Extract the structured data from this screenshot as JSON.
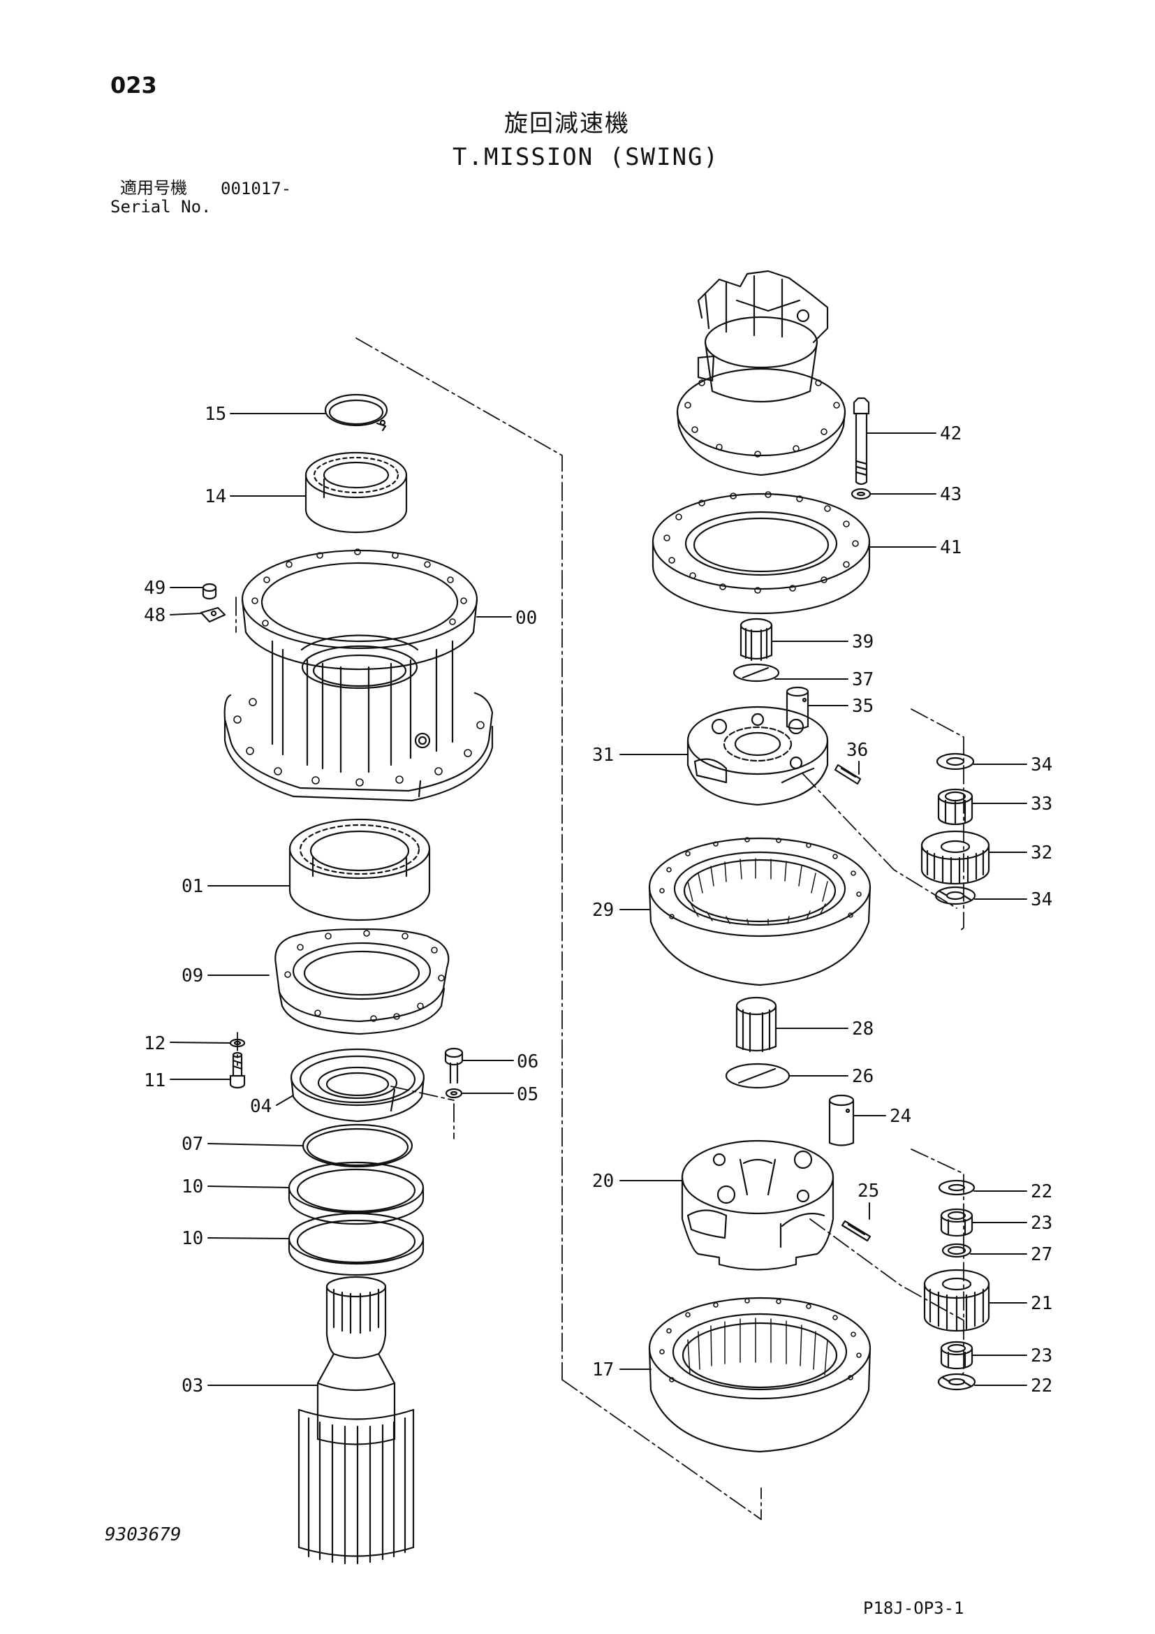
{
  "header": {
    "page_number": "023",
    "title_jp": "旋回減速機",
    "title_en": "T.MISSION (SWING)",
    "serial_label_jp": "適用号機",
    "serial_value": "001017-",
    "serial_label_en": "Serial No."
  },
  "footer": {
    "drawing_number": "9303679",
    "sheet_code": "P18J-OP3-1"
  },
  "callouts": [
    {
      "id": "c15",
      "label": "15"
    },
    {
      "id": "c14",
      "label": "14"
    },
    {
      "id": "c49",
      "label": "49"
    },
    {
      "id": "c48",
      "label": "48"
    },
    {
      "id": "c00",
      "label": "00"
    },
    {
      "id": "c01",
      "label": "01"
    },
    {
      "id": "c09",
      "label": "09"
    },
    {
      "id": "c12",
      "label": "12"
    },
    {
      "id": "c11",
      "label": "11"
    },
    {
      "id": "c06",
      "label": "06"
    },
    {
      "id": "c05",
      "label": "05"
    },
    {
      "id": "c04",
      "label": "04"
    },
    {
      "id": "c07",
      "label": "07"
    },
    {
      "id": "c10a",
      "label": "10"
    },
    {
      "id": "c10b",
      "label": "10"
    },
    {
      "id": "c03",
      "label": "03"
    },
    {
      "id": "c42",
      "label": "42"
    },
    {
      "id": "c43",
      "label": "43"
    },
    {
      "id": "c41",
      "label": "41"
    },
    {
      "id": "c39",
      "label": "39"
    },
    {
      "id": "c37",
      "label": "37"
    },
    {
      "id": "c35",
      "label": "35"
    },
    {
      "id": "c31",
      "label": "31"
    },
    {
      "id": "c36",
      "label": "36"
    },
    {
      "id": "c34a",
      "label": "34"
    },
    {
      "id": "c33",
      "label": "33"
    },
    {
      "id": "c32",
      "label": "32"
    },
    {
      "id": "c34b",
      "label": "34"
    },
    {
      "id": "c29",
      "label": "29"
    },
    {
      "id": "c28",
      "label": "28"
    },
    {
      "id": "c26",
      "label": "26"
    },
    {
      "id": "c24",
      "label": "24"
    },
    {
      "id": "c20",
      "label": "20"
    },
    {
      "id": "c25",
      "label": "25"
    },
    {
      "id": "c22a",
      "label": "22"
    },
    {
      "id": "c23a",
      "label": "23"
    },
    {
      "id": "c27",
      "label": "27"
    },
    {
      "id": "c21",
      "label": "21"
    },
    {
      "id": "c23b",
      "label": "23"
    },
    {
      "id": "c22b",
      "label": "22"
    },
    {
      "id": "c17",
      "label": "17"
    }
  ]
}
